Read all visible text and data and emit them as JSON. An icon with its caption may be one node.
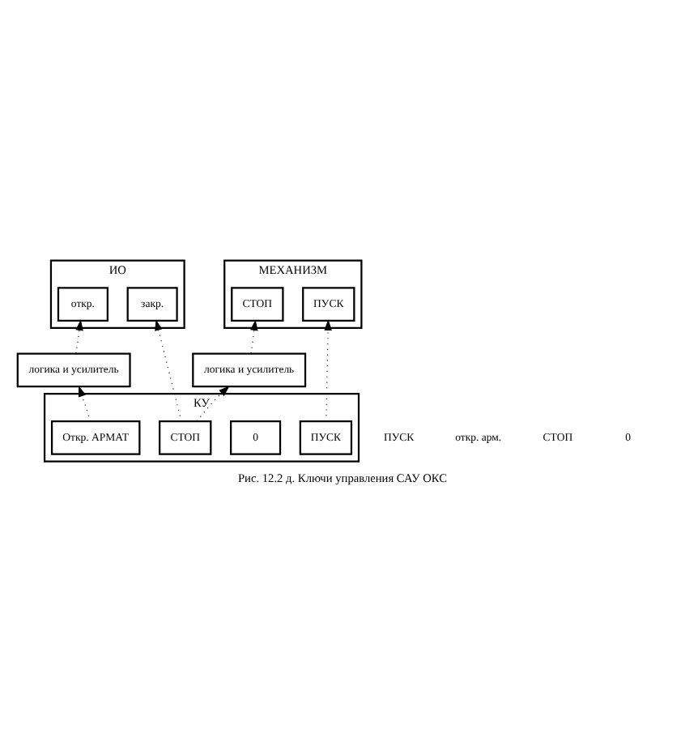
{
  "diagram": {
    "caption": "Рис. 12.2 д. Ключи управления САУ ОКС",
    "nodes": [
      {
        "text": [
          "ИО"
        ]
      },
      {
        "text": [
          "закр."
        ],
        "in": 0
      },
      {
        "text": [
          "откр."
        ],
        "in": 0
      },
      {
        "text": [
          "МЕХАНИЗМ"
        ]
      },
      {
        "text": [
          "СТОП"
        ],
        "in": 3
      },
      {
        "text": [
          "ПУСК"
        ],
        "in": 3
      },
      {
        "text": [
          "логика и усилитель"
        ]
      },
      {
        "text": [
          "логика и усилитель"
        ]
      },
      {
        "text": [
          "КУ"
        ]
      },
      {
        "text": [
          "СТОП"
        ],
        "in": 8
      },
      {
        "text": [
          "0"
        ],
        "in": 8
      },
      {
        "text": [
          "Откр. АРМАТ"
        ],
        "in": 8
      },
      {
        "text": [
          "ПУСК"
        ],
        "in": 8
      }
    ],
    "edges": [
      {
        "from": 9,
        "to": 1,
        "arrow": "to",
        "style": "dashed"
      },
      {
        "from": 9,
        "to": 7,
        "arrow": "to",
        "style": "dashed"
      },
      {
        "from": 11,
        "to": 6,
        "arrow": "to",
        "style": "dashed"
      },
      {
        "from": 6,
        "to": 2,
        "arrow": "to",
        "style": "dashed"
      },
      {
        "from": 7,
        "to": 4,
        "arrow": "to",
        "style": "dashed"
      },
      {
        "from": 12,
        "to": 5,
        "arrow": "to",
        "style": "dashed"
      }
    ],
    "labels": [
      "0",
      "СТОП",
      "откр. арм.",
      "ПУСК"
    ]
  }
}
